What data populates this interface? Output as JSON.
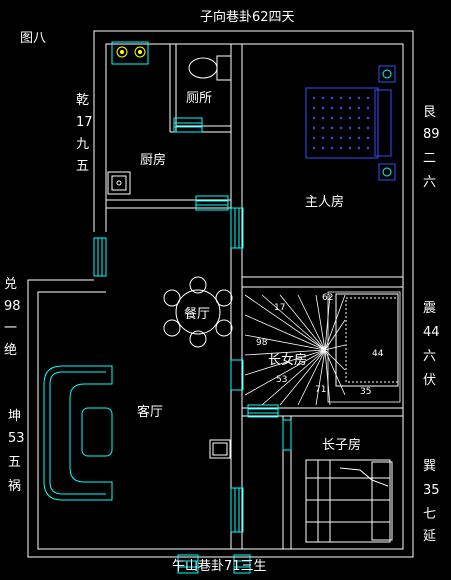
{
  "figure_label": "图八",
  "top_label": "子向巷卦62四天",
  "bottom_label": "午山巷卦71三生",
  "left_labels": {
    "qian": [
      "乾",
      "17",
      "九",
      "五"
    ],
    "dui": [
      "兑",
      "98",
      "一",
      "绝"
    ],
    "kun": [
      "坤",
      "53",
      "五",
      "祸"
    ]
  },
  "right_labels": {
    "gen": [
      "艮",
      "89",
      "二",
      "六"
    ],
    "zhen": [
      "震",
      "44",
      "六",
      "伏"
    ],
    "xun": [
      "巽",
      "35",
      "七",
      "延"
    ]
  },
  "rooms": {
    "toilet": "厕所",
    "kitchen": "厨房",
    "master_bedroom": "主人房",
    "dining": "餐厅",
    "eldest_daughter": "长女房",
    "living": "客厅",
    "eldest_son": "长子房"
  },
  "stair_numbers": [
    "17",
    "62",
    "98",
    "44",
    "53",
    "71",
    "35"
  ],
  "colors": {
    "wall": "#ffffff",
    "fixture": "#00ffff",
    "furniture": "#3050ff",
    "accent": "#ffff00"
  }
}
